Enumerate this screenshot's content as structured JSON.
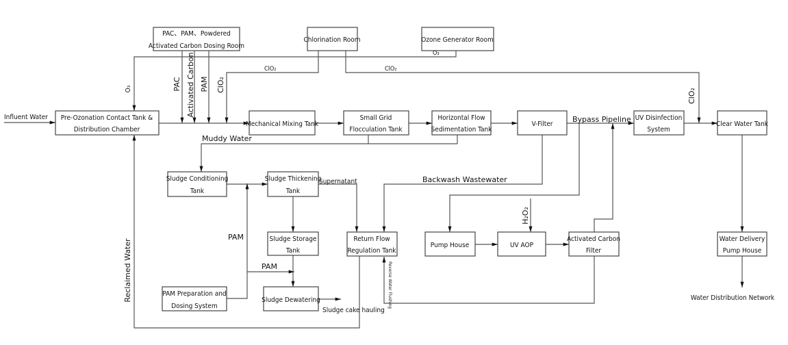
{
  "diagram": {
    "units": {
      "pre_ozonation": [
        "Pre-Ozonation Contact Tank &",
        "Distribution Chamber"
      ],
      "dosing_room": [
        "PAC、PAM、Powdered",
        "Activated Carbon Dosing Room"
      ],
      "chlorination_room": [
        "Chlorination Room"
      ],
      "ozone_generator_room": [
        "Ozone Generator Room"
      ],
      "mechanical_mixing": [
        "Mechanical Mixing Tank"
      ],
      "flocculation": [
        "Small Grid",
        "Flocculation Tank"
      ],
      "sedimentation": [
        "Horizontal Flow",
        "Sedimentation Tank"
      ],
      "v_filter": [
        "V-Filter"
      ],
      "uv_disinfection": [
        "UV Disinfection",
        "System"
      ],
      "clear_water_tank": [
        "Clear Water Tank"
      ],
      "sludge_conditioning": [
        "Sludge Conditioning",
        "Tank"
      ],
      "sludge_thickening": [
        "Sludge Thickening",
        "Tank"
      ],
      "sludge_storage": [
        "Sludge Storage",
        "Tank"
      ],
      "sludge_dewatering": [
        "Sludge Dewatering"
      ],
      "pam_system": [
        "PAM Preparation and",
        "Dosing System"
      ],
      "return_flow": [
        "Return Flow",
        "Regulation Tank"
      ],
      "pump_house": [
        "Pump House"
      ],
      "uv_aop": [
        "UV AOP"
      ],
      "activated_carbon_filter": [
        "Activated Carbon",
        "Filter"
      ],
      "water_delivery": [
        "Water Delivery",
        "Pump House"
      ]
    },
    "flow_labels": {
      "influent": "Influent Water",
      "o3_pre": "O₃",
      "o3_line": "O₃",
      "pac": "PAC",
      "activated_carbon": "Activated Carbon",
      "pam_dose": "PAM",
      "clo2_mix": "ClO₂",
      "clo2_top_left": "ClO₂",
      "clo2_top_right": "ClO₂",
      "clo2_clear": "ClO₂",
      "muddy_water": "Muddy Water",
      "bypass": "Bypass Pipeline",
      "backwash": "Backwash Wastewater",
      "supernatant": "Supernatant",
      "pam_vertical": "PAM",
      "pam_horizontal": "PAM",
      "sludge_cake": "Sludge cake hauling",
      "reverse_flushing": "Reverse Water Flushing",
      "h2o2": "H₂O₂",
      "reclaimed": "Reclaimed Water",
      "distribution": "Water Distribution Network"
    }
  }
}
